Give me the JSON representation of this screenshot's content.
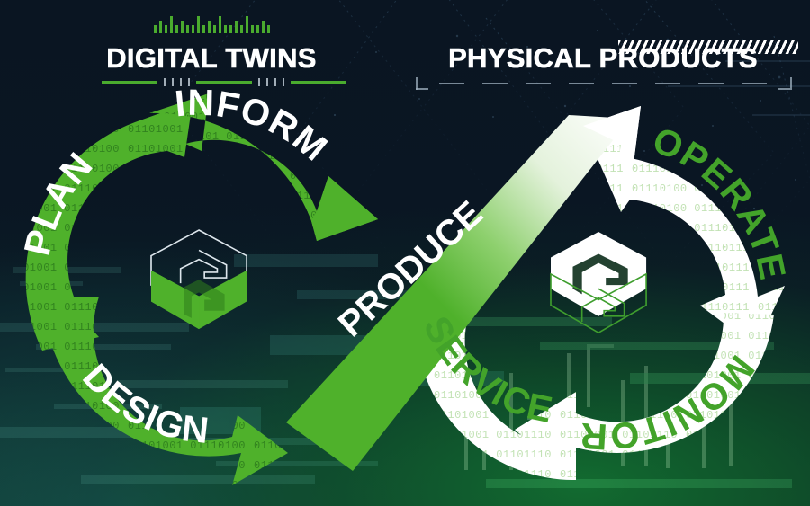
{
  "image": {
    "type": "infographic",
    "subject": "Digital Twin lifecycle infinity loop"
  },
  "headings": {
    "left": {
      "title": "DIGITAL TWINS",
      "accent_color": "#4aab2e",
      "tick_heights": [
        9,
        14,
        9,
        19,
        9,
        14,
        9,
        9,
        19,
        9,
        14,
        9,
        19,
        9,
        9,
        14,
        9,
        19,
        9,
        9,
        14,
        9
      ]
    },
    "right": {
      "title": "PHYSICAL PRODUCTS",
      "accent_color": "#ffffff"
    }
  },
  "loops": {
    "left": {
      "name": "Digital Twins loop",
      "fill": "#4FB12B",
      "label_color": "#ffffff",
      "stages": [
        {
          "label": "PLAN"
        },
        {
          "label": "INFORM"
        },
        {
          "label": "DESIGN"
        }
      ]
    },
    "right": {
      "name": "Physical Products loop",
      "fill": "#ffffff",
      "label_color": "#43a32a",
      "stages": [
        {
          "label": "OPERATE"
        },
        {
          "label": "MONITOR"
        },
        {
          "label": "SERVICE"
        }
      ]
    },
    "connector": {
      "label": "PRODUCE",
      "label_color": "#ffffff",
      "band_from": "#4FB12B",
      "band_to": "#ffffff"
    }
  },
  "logos": {
    "left": {
      "name": "hexagon-cube-logo",
      "outline_color": "#e6edf3",
      "solid_color": "#4FB12B"
    },
    "right": {
      "name": "hexagon-cube-logo",
      "outline_color": "#2f8a3a",
      "solid_color": "#ffffff"
    }
  },
  "palette": {
    "background_dark": "#0b1622",
    "green": "#4FB12B",
    "green_text": "#43a32a",
    "deep_green": "#126e30",
    "teal": "#185c56",
    "white": "#ffffff"
  },
  "binary_texture": "01101001 01110100 01100101 01100011 01101000 00100000 01110100 01110111 01101001 01101110"
}
